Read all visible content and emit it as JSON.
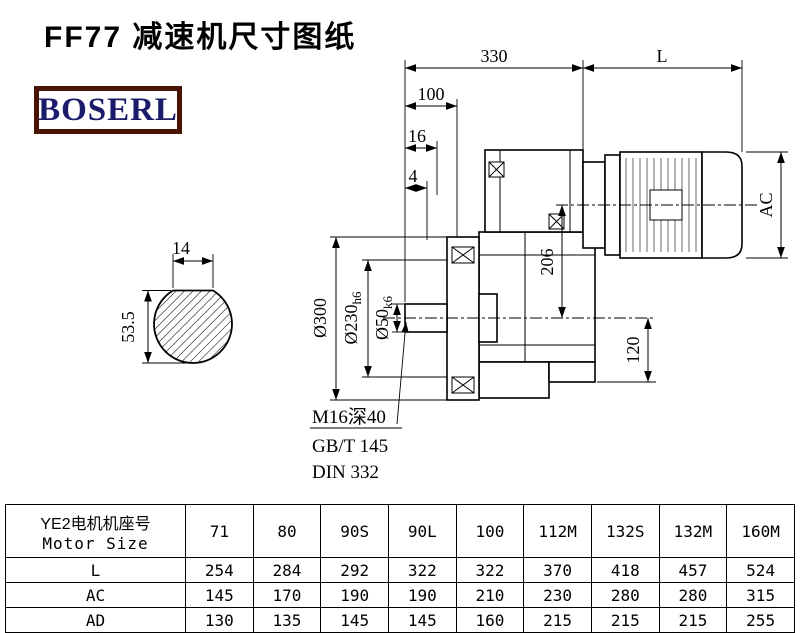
{
  "title": "FF77 减速机尺寸图纸",
  "logo": {
    "text": "BOSERL"
  },
  "drawing": {
    "dims": {
      "d330": "330",
      "dL": "L",
      "d100": "100",
      "d16": "16",
      "d4": "4",
      "dAC": "AC",
      "d206": "206",
      "d120": "120",
      "dia300": "Ø300",
      "dia230": "Ø230",
      "dia230_tol": "h6",
      "dia50": "Ø50",
      "dia50_tol": "k6",
      "d14": "14",
      "d53_5": "53.5"
    },
    "notes": {
      "tap": "M16深40",
      "standard1": "GB/T 145",
      "standard2": "DIN 332"
    }
  },
  "table": {
    "header": {
      "line1": "YE2电机机座号",
      "line2": "Motor Size"
    },
    "sizes": [
      "71",
      "80",
      "90S",
      "90L",
      "100",
      "112M",
      "132S",
      "132M",
      "160M"
    ],
    "rows": [
      {
        "label": "L",
        "values": [
          "254",
          "284",
          "292",
          "322",
          "322",
          "370",
          "418",
          "457",
          "524"
        ]
      },
      {
        "label": "AC",
        "values": [
          "145",
          "170",
          "190",
          "190",
          "210",
          "230",
          "280",
          "280",
          "315"
        ]
      },
      {
        "label": "AD",
        "values": [
          "130",
          "135",
          "145",
          "145",
          "160",
          "215",
          "215",
          "215",
          "255"
        ]
      }
    ]
  },
  "colors": {
    "logo_border": "#4a1404",
    "logo_text": "#1b1b6b",
    "line": "#000000",
    "background": "#ffffff"
  }
}
